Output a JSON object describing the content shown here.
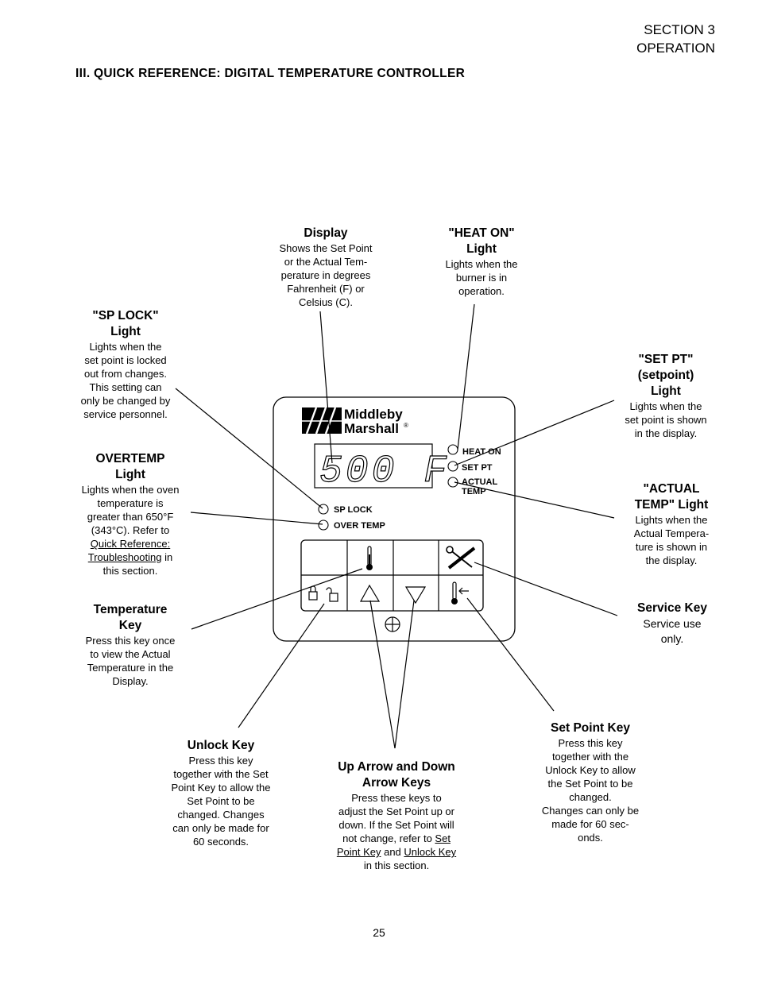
{
  "section": {
    "line1": "SECTION 3",
    "line2": "OPERATION"
  },
  "heading": "III. QUICK REFERENCE:  DIGITAL TEMPERATURE CONTROLLER",
  "page_number": "25",
  "controller": {
    "brand_line1": "Middleby",
    "brand_line2": "Marshall",
    "brand_mark": "®",
    "display_value": "500 F",
    "lights": {
      "heat_on": "HEAT ON",
      "set_pt": "SET PT",
      "actual_temp_1": "ACTUAL",
      "actual_temp_2": "TEMP",
      "sp_lock": "SP LOCK",
      "over_temp": "OVER TEMP"
    },
    "key_icons": [
      "thermometer-icon",
      "wrench-screwdriver-icon",
      "lock-icon",
      "unlock-icon",
      "up-triangle-icon",
      "down-triangle-icon",
      "thermometer-arrow-icon"
    ]
  },
  "callouts": {
    "display": {
      "title": "Display",
      "body": [
        "Shows the Set Point",
        "or the Actual Tem-",
        "perature  in degrees",
        "Fahrenheit (F) or",
        "Celsius (C)."
      ]
    },
    "heat_on": {
      "title1": "\"HEAT ON\"",
      "title2": "Light",
      "body": [
        "Lights when the",
        "burner is in",
        "operation."
      ]
    },
    "sp_lock": {
      "title1": "\"SP LOCK\"",
      "title2": "Light",
      "body": [
        "Lights when the",
        "set point is locked",
        "out from changes.",
        "This setting can",
        "only be changed by",
        "service personnel."
      ]
    },
    "set_pt": {
      "title1": "\"SET PT\"",
      "title2": "(setpoint)",
      "title3": "Light",
      "body": [
        "Lights when the",
        "set point is shown",
        "in the display."
      ]
    },
    "overtemp": {
      "title1": "OVERTEMP",
      "title2": "Light",
      "body": [
        "Lights when the oven",
        "temperature is",
        "greater than 650°F",
        "(343°C).  Refer to"
      ],
      "link1": "Quick Reference:",
      "link2": "Troubleshooting",
      "after_link": " in",
      "body_end": "this section."
    },
    "actual_temp": {
      "title1": "\"ACTUAL",
      "title2": "TEMP\"  Light",
      "body": [
        "Lights when the",
        "Actual Tempera-",
        "ture is shown in",
        "the display."
      ]
    },
    "temperature_key": {
      "title1": "Temperature",
      "title2": "Key",
      "body": [
        "Press this key once",
        "to view the Actual",
        "Temperature in the",
        "Display."
      ]
    },
    "service_key": {
      "title": "Service Key",
      "body": [
        "Service use",
        "only."
      ]
    },
    "unlock_key": {
      "title": "Unlock Key",
      "body": [
        "Press this key",
        "together with the Set",
        "Point Key to allow the",
        "Set Point to be",
        "changed.   Changes",
        "can only be made for",
        "60  seconds."
      ]
    },
    "arrow_keys": {
      "title1": "Up Arrow and Down",
      "title2": "Arrow Keys",
      "body": [
        "Press these keys to",
        "adjust the Set Point up or",
        "down.  If the Set Point will"
      ],
      "line4_pre": "not change, refer to ",
      "link1a": "Set",
      "link1b": "Point Key",
      "and": " and ",
      "link2": "Unlock Key",
      "body_end": "in this section."
    },
    "set_point_key": {
      "title": "Set Point Key",
      "body": [
        "Press this key",
        "together with the",
        "Unlock Key to allow",
        "the Set Point to be",
        "changed.",
        "Changes can only be",
        "made for 60 sec-",
        "onds."
      ]
    }
  }
}
